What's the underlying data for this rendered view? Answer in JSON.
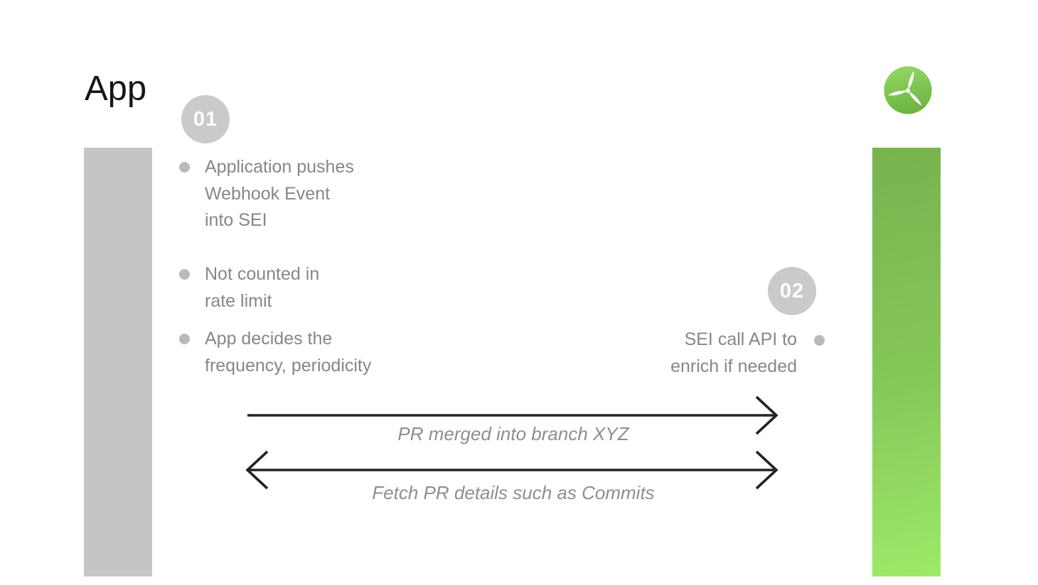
{
  "lanes": {
    "app": {
      "title": "App",
      "bar_color": "#c5c5c6"
    },
    "sei": {
      "logo_icon": "propeller-logo",
      "bar_gradient_top": "#78b34e",
      "bar_gradient_bottom": "#9ee968"
    }
  },
  "steps": [
    {
      "number": "01",
      "bullets": [
        "Application pushes\nWebhook Event\ninto SEI",
        "Not counted in\nrate limit",
        "App decides the\nfrequency, periodicity"
      ]
    },
    {
      "number": "02",
      "bullets": [
        "SEI call API to\nenrich if needed"
      ]
    }
  ],
  "arrows": [
    {
      "label": "PR merged into branch XYZ",
      "direction": "right"
    },
    {
      "label": "Fetch PR details such as Commits",
      "direction": "both"
    }
  ],
  "colors": {
    "badge_gray": "#c9cacb",
    "bullet_dot_gray": "#b9babc",
    "text_gray": "#85878a",
    "label_gray": "#8c8e91",
    "arrow_black": "#232323",
    "logo_green_light": "#92d765",
    "logo_green_dark": "#6cb23f"
  }
}
